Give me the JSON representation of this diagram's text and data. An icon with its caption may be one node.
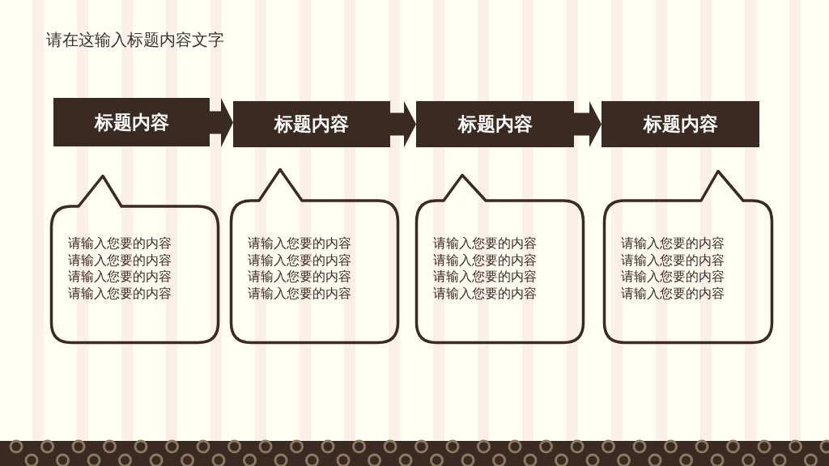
{
  "diagram": {
    "title": "请在这输入标题内容文字",
    "nodes": [
      {
        "text": [
          "标题内容"
        ]
      },
      {
        "text": [
          "标题内容"
        ]
      },
      {
        "text": [
          "标题内容"
        ]
      },
      {
        "text": [
          "标题内容"
        ]
      },
      {
        "text": [
          "请输入您要的内容",
          "请输入您要的内容",
          "请输入您要的内容",
          "请输入您要的内容"
        ]
      },
      {
        "text": [
          "请输入您要的内容",
          "请输入您要的内容",
          "请输入您要的内容",
          "请输入您要的内容"
        ]
      },
      {
        "text": [
          "请输入您要的内容",
          "请输入您要的内容",
          "请输入您要的内容",
          "请输入您要的内容"
        ]
      },
      {
        "text": [
          "请输入您要的内容",
          "请输入您要的内容",
          "请输入您要的内容",
          "请输入您要的内容"
        ]
      }
    ],
    "edges": [
      {
        "from": 0,
        "to": 1,
        "arrow": "to"
      },
      {
        "from": 1,
        "to": 2,
        "arrow": "to"
      },
      {
        "from": 2,
        "to": 3,
        "arrow": "to"
      }
    ]
  }
}
